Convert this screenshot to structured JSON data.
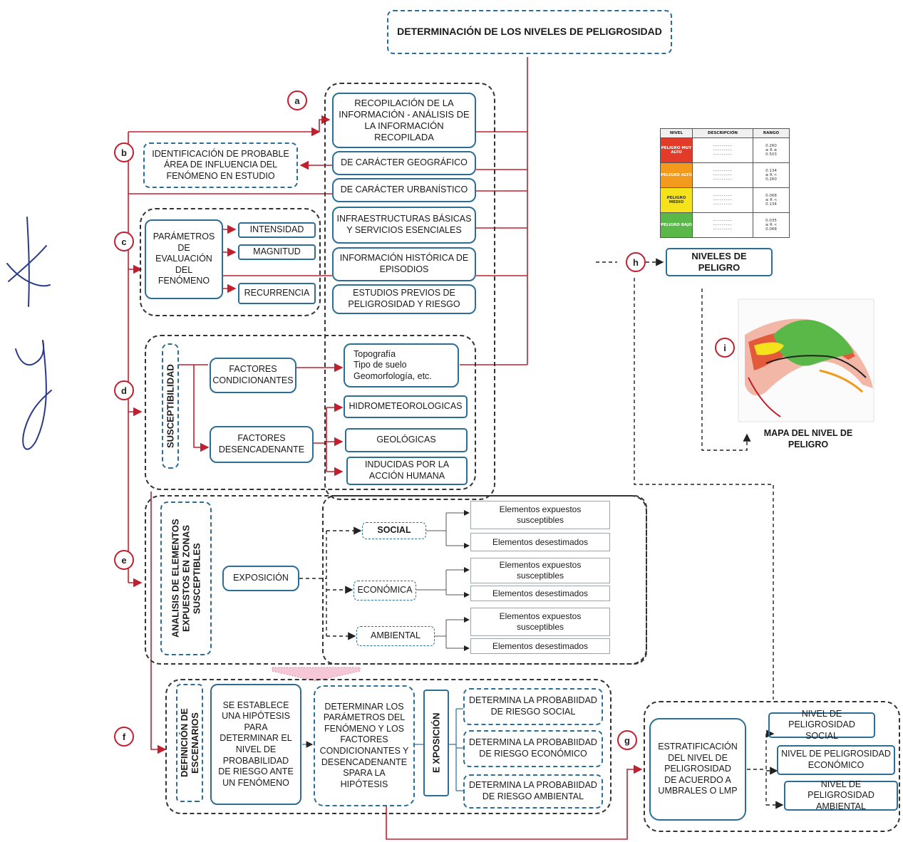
{
  "title": "DETERMINACIÓN DE LOS NIVELES DE PELIGROSIDAD",
  "letters": {
    "a": "a",
    "b": "b",
    "c": "c",
    "d": "d",
    "e": "e",
    "f": "f",
    "g": "g",
    "h": "h",
    "i": "i"
  },
  "info": {
    "recopilacion": "RECOPILACIÓN DE LA INFORMACIÓN - ANÁLISIS DE LA INFORMACIÓN RECOPILADA",
    "geografico": "DE CARÁCTER GEOGRÁFICO",
    "urbanistico": "DE CARÁCTER URBANÍSTICO",
    "infraestructuras": "INFRAESTRUCTURAS BÁSICAS Y SERVICIOS ESENCIALES",
    "historica": "INFORMACIÓN HISTÓRICA DE EPISODIOS",
    "estudios": "ESTUDIOS PREVIOS DE PELIGROSIDAD Y RIESGO"
  },
  "identificacion": "IDENTIFICACIÓN DE PROBABLE ÁREA DE INFLUENCIA DEL FENÓMENO EN ESTUDIO",
  "parametros": {
    "main": "PARÁMETROS DE EVALUACIÓN DEL FENÓMENO",
    "intensidad": "INTENSIDAD",
    "magnitud": "MAGNITUD",
    "recurrencia": "RECURRENCIA"
  },
  "susceptibilidad": {
    "label": "SUSCEPTIBILIDAD",
    "condicionantes": "FACTORES CONDICIONANTES",
    "desencadenante": "FACTORES DESENCADENANTE",
    "topografia_1": "Topografía",
    "topografia_2": "Tipo de suelo",
    "topografia_3": "Geomorfología, etc.",
    "hidro": "HIDROMETEOROLOGICAS",
    "geologicas": "GEOLÓGICAS",
    "inducidas": "INDUCIDAS POR LA ACCIÓN HUMANA"
  },
  "exposicion": {
    "label": "ANALISIS DE ELEMENTOS EXPUESTOS EN ZONAS SUSCEPTIBLES",
    "main": "EXPOSICIÓN",
    "social": "SOCIAL",
    "economica": "ECONÓMICA",
    "ambiental": "AMBIENTAL",
    "expuestos": "Elementos expuestos susceptibles",
    "desestimados": "Elementos desestimados"
  },
  "escenarios": {
    "label": "DEFINICIÓN DE ESCENARIOS",
    "hipotesis": "SE ESTABLECE UNA HIPÓTESIS PARA DETERMINAR EL NIVEL DE PROBABILIDAD DE RIESGO ANTE UN FENÓMENO",
    "determinar": "DETERMINAR LOS PARÁMETROS DEL FENÓMENO Y LOS FACTORES CONDICIONANTES Y DESENCADENANTE SPARA LA HIPÓTESIS",
    "exposicion": "E XPOSICIÓN",
    "prob_social": "DETERMINA LA PROBABIIDAD DE RIESGO SOCIAL",
    "prob_economico": "DETERMINA LA PROBABIIDAD DE RIESGO ECONÓMICO",
    "prob_ambiental": "DETERMINA LA PROBABIIDAD DE RIESGO AMBIENTAL"
  },
  "estratificacion": {
    "main": "ESTRATIFICACIÓN DEL NIVEL DE PELIGROSIDAD DE ACUERDO A UMBRALES O LMP",
    "social": "NIVEL DE PELIGROSIDAD SOCIAL",
    "economico": "NIVEL DE PELIGROSIDAD ECONÓMICO",
    "ambiental": "NIVEL DE PELIGROSIDAD AMBIENTAL"
  },
  "niveles": "NIVELES DE PELIGRO",
  "mapa": "MAPA DEL NIVEL DE PELIGRO",
  "tabla": {
    "headers": [
      "NIVEL",
      "DESCRIPCIÓN",
      "RANGO"
    ],
    "rows": [
      {
        "nivel": "PELIGRO MUY ALTO",
        "rango": "0.260\n≤ R ≤\n0.503",
        "color": "#e23b2a"
      },
      {
        "nivel": "PELIGRO ALTO",
        "rango": "0.134\n≤ R <\n0.260",
        "color": "#f39a1c"
      },
      {
        "nivel": "PELIGRO MEDIO",
        "rango": "0.068\n≤ R <\n0.134",
        "color": "#f4e21c"
      },
      {
        "nivel": "PELIGRO BAJO",
        "rango": "0.035\n≤ R <\n0.068",
        "color": "#5ab848"
      }
    ]
  }
}
